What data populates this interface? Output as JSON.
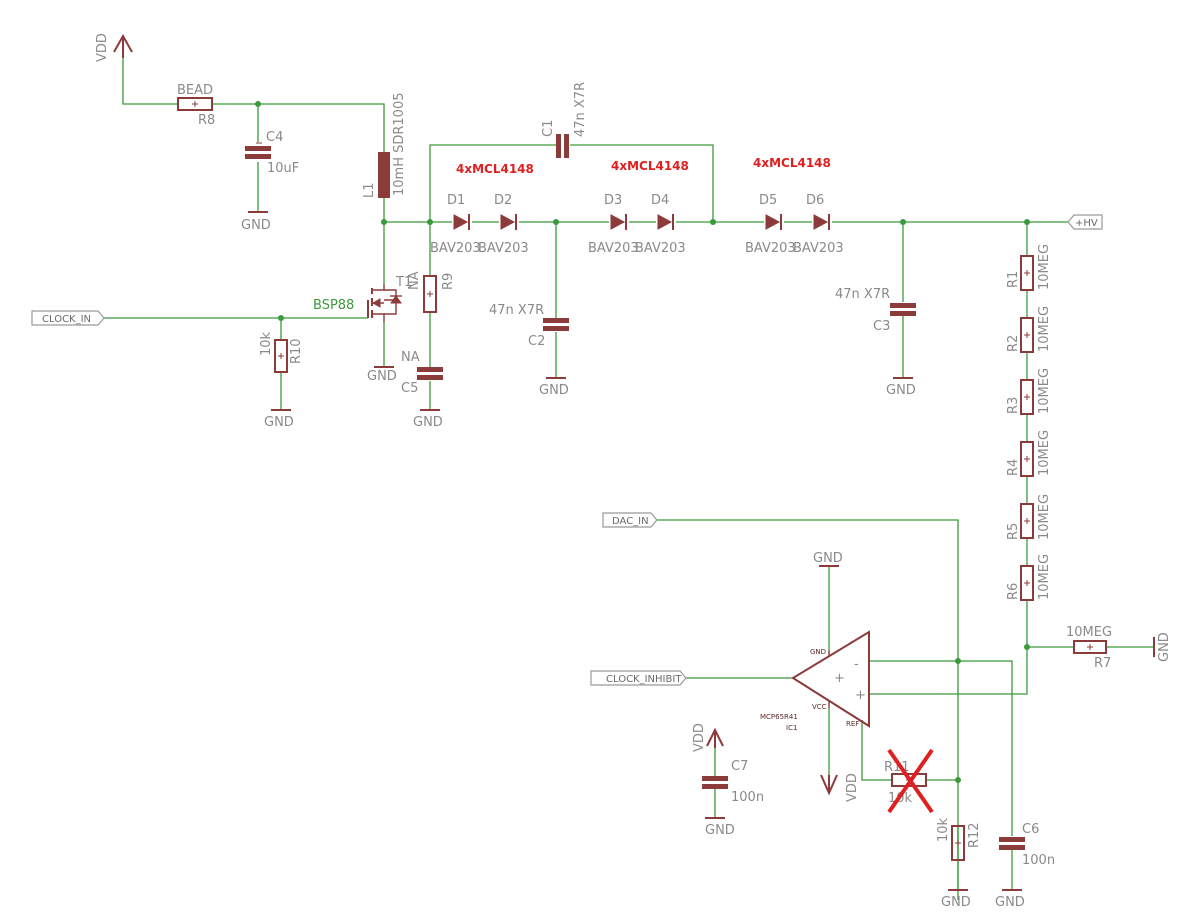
{
  "power": {
    "vdd": "VDD",
    "gnd": "GND"
  },
  "net_labels": {
    "clock_in": "CLOCK_IN",
    "dac_in": "DAC_IN",
    "clock_inhibit": "CLOCK_INHIBIT",
    "hv": "+HV"
  },
  "notes": {
    "d12": "4xMCL4148",
    "d34": "4xMCL4148",
    "d56": "4xMCL4148"
  },
  "components": {
    "r8": {
      "name": "R8",
      "value": "BEAD"
    },
    "c4": {
      "name": "C4",
      "value": "10uF"
    },
    "l1": {
      "name": "L1",
      "value": "10mH SDR1005"
    },
    "c1": {
      "name": "C1",
      "value": "47n X7R"
    },
    "d1": {
      "name": "D1",
      "value": "BAV203"
    },
    "d2": {
      "name": "D2",
      "value": "BAV203"
    },
    "d3": {
      "name": "D3",
      "value": "BAV203"
    },
    "d4": {
      "name": "D4",
      "value": "BAV203"
    },
    "d5": {
      "name": "D5",
      "value": "BAV203"
    },
    "d6": {
      "name": "D6",
      "value": "BAV203"
    },
    "t1": {
      "name": "T1",
      "value": "BSP88"
    },
    "r9": {
      "name": "R9",
      "value": "NA"
    },
    "c5": {
      "name": "C5",
      "value": "NA"
    },
    "r10": {
      "name": "R10",
      "value": "10k"
    },
    "c2": {
      "name": "C2",
      "value": "47n X7R"
    },
    "c3": {
      "name": "C3",
      "value": "47n X7R"
    },
    "r1": {
      "name": "R1",
      "value": "10MEG"
    },
    "r2": {
      "name": "R2",
      "value": "10MEG"
    },
    "r3": {
      "name": "R3",
      "value": "10MEG"
    },
    "r4": {
      "name": "R4",
      "value": "10MEG"
    },
    "r5": {
      "name": "R5",
      "value": "10MEG"
    },
    "r6": {
      "name": "R6",
      "value": "10MEG"
    },
    "r7": {
      "name": "R7",
      "value": "10MEG"
    },
    "ic1": {
      "name": "IC1",
      "value": "MCP65R41",
      "pin_gnd": "GND",
      "pin_vcc": "VCC",
      "pin_ref": "REF",
      "pin_minus": "-",
      "pin_plus": "+",
      "pin_out": "+"
    },
    "r11": {
      "name": "R11",
      "value": "10k"
    },
    "r12": {
      "name": "R12",
      "value": "10k"
    },
    "c6": {
      "name": "C6",
      "value": "100n"
    },
    "c7": {
      "name": "C7",
      "value": "100n"
    }
  },
  "colors": {
    "wire": "#3a9a3a",
    "part": "#8c3b3b",
    "label": "#8a8a8a",
    "note": "#e02020"
  }
}
